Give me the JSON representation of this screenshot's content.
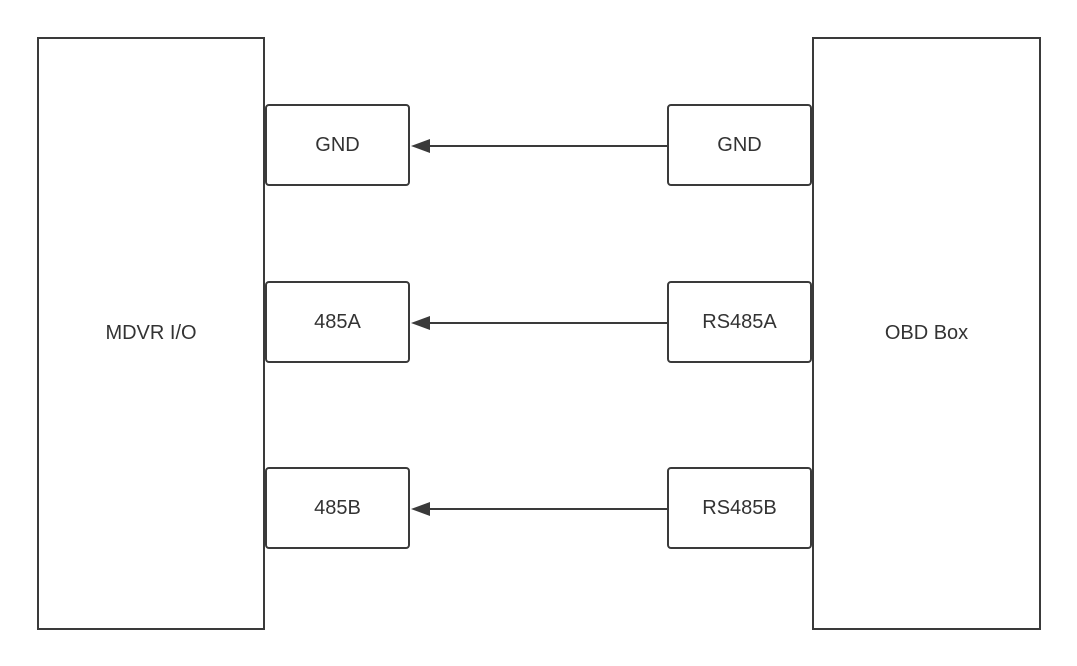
{
  "devices": {
    "left": {
      "label": "MDVR I/O"
    },
    "right": {
      "label": "OBD Box"
    }
  },
  "connections": [
    {
      "from": "GND",
      "to": "GND"
    },
    {
      "from": "RS485A",
      "to": "485A"
    },
    {
      "from": "RS485B",
      "to": "485B"
    }
  ],
  "colors": {
    "line": "#3a3a3a",
    "text": "#333333",
    "background": "#ffffff"
  }
}
